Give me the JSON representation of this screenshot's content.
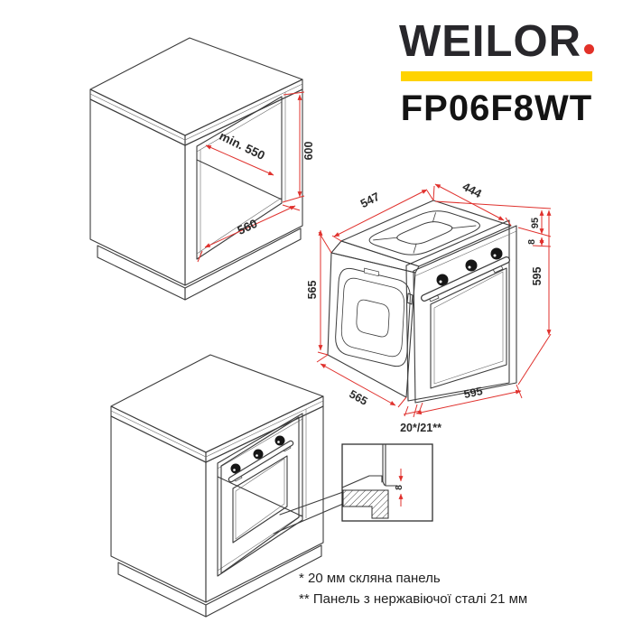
{
  "brand": {
    "name": "WEILOR",
    "model": "FP06F8WT",
    "accent_yellow": "#ffd300",
    "accent_red": "#e23128"
  },
  "empty_cabinet_dims": {
    "depth_min": "min. 550",
    "height": "600",
    "width": "560"
  },
  "oven_dims": {
    "top_left": "547",
    "top_right": "444",
    "control_panel": "95",
    "door_offset": "8",
    "height_right": "595",
    "height_left": "565",
    "bottom_left": "565",
    "bottom_right": "595",
    "door_thickness": "20*/21**"
  },
  "detail": {
    "gap": "8"
  },
  "footnotes": {
    "glass": "* 20 мм скляна панель",
    "steel": "** Панель з нержавіючої сталі 21 мм"
  },
  "colors": {
    "dimension_line_red": "#e0312d",
    "drawing_line": "#3c3c3c",
    "cabinet_gray": "#c4c4c4",
    "oven_front_gray": "#9a9a9a",
    "oven_door_installed": "#b2a7a7"
  }
}
